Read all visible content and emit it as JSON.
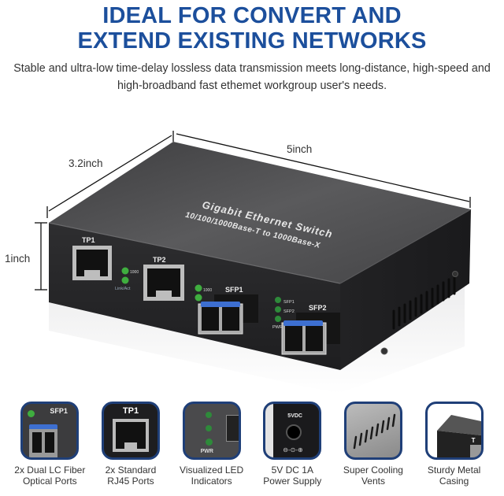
{
  "header": {
    "title_line1": "IDEAL FOR CONVERT AND",
    "title_line2": "EXTEND EXISTING NETWORKS",
    "subtitle_line1": "Stable and ultra-low time-delay lossless data transmission meets long-distance, high-speed and",
    "subtitle_line2": "high-broadband fast ethemet workgroup user's needs."
  },
  "dimensions": {
    "depth": "3.2inch",
    "width": "5inch",
    "height": "1inch"
  },
  "device": {
    "top_label_line1": "Gigabit Ethernet Switch",
    "top_label_line2": "10/100/1000Base-T to 1000Base-X",
    "ports": {
      "tp1": "TP1",
      "tp2": "TP2",
      "sfp1": "SFP1",
      "sfp2": "SFP2"
    },
    "led_labels": {
      "speed": "1000",
      "link": "Link/Act",
      "sfp1": "SFP1",
      "sfp2": "SFP2",
      "pwr": "PWR"
    },
    "colors": {
      "case_top": "#4a4a4c",
      "case_front": "#262628",
      "led_green": "#3fae3f",
      "latch_blue": "#3d6fd1"
    }
  },
  "features": [
    {
      "icon": "sfp-port-icon",
      "line1": "2x Dual LC Fiber",
      "line2": "Optical Ports",
      "tile_label": "SFP1"
    },
    {
      "icon": "rj45-port-icon",
      "line1": "2x Standard",
      "line2": "RJ45 Ports",
      "tile_label": "TP1"
    },
    {
      "icon": "led-indicator-icon",
      "line1": "Visualized LED",
      "line2": "Indicators",
      "tile_label": "PWR"
    },
    {
      "icon": "power-jack-icon",
      "line1": "5V DC 1A",
      "line2": "Power Supply",
      "tile_label": "5VDC"
    },
    {
      "icon": "cooling-vents-icon",
      "line1": "Super Cooling",
      "line2": "Vents",
      "tile_label": ""
    },
    {
      "icon": "metal-casing-icon",
      "line1": "Sturdy Metal",
      "line2": "Casing",
      "tile_label": "T"
    }
  ],
  "colors": {
    "title_blue": "#1c4f9c",
    "tile_border": "#1f3f78"
  }
}
